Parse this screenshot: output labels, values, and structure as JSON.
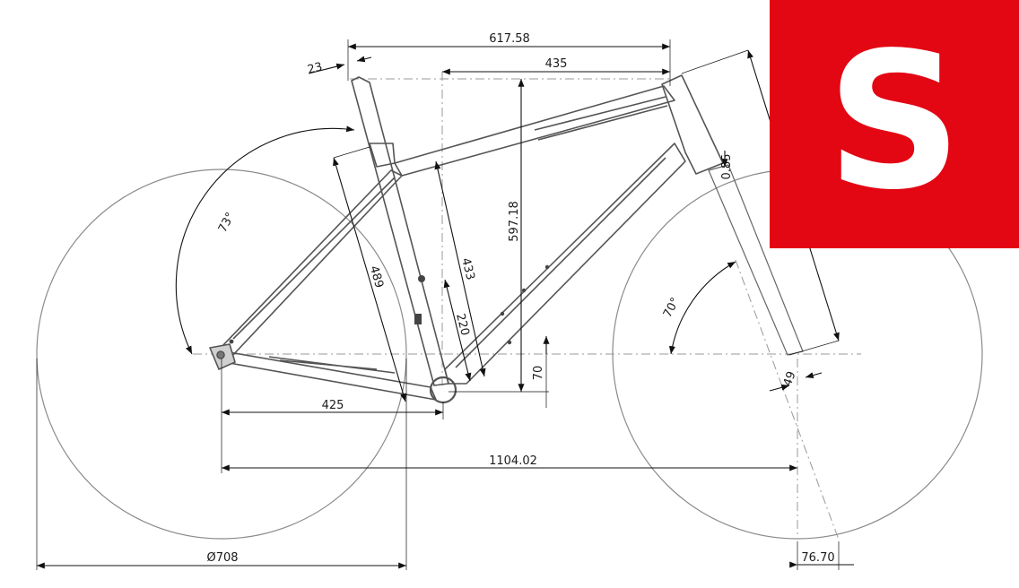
{
  "size_badge": {
    "label": "S",
    "color": "#e30613"
  },
  "dimensions": {
    "effective_top_tube": "617.58",
    "reach": "435",
    "seat_tube_angle_offset": "23",
    "seat_tube_angle": "73°",
    "head_tube_angle": "70°",
    "stack": "597.18",
    "seat_tube_length": "489",
    "seat_tube_to_mount": "433",
    "bottle_mount": "220",
    "bb_drop": "70",
    "chainstay": "425",
    "wheelbase": "1104.02",
    "wheel_diameter": "Ø708",
    "fork_offset": "49",
    "trail": "76.70",
    "head_tube_partial": "0.85"
  }
}
